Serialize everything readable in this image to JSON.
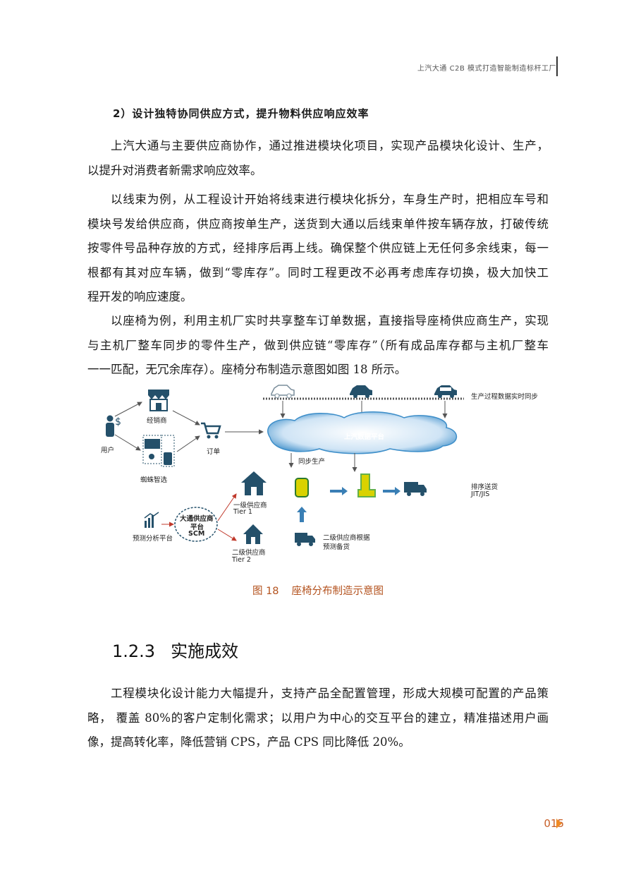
{
  "header": {
    "title": "上汽大通 C2B 模式打造智能制造标杆工厂"
  },
  "heading": "2）设计独特协同供应方式，提升物料供应响应效率",
  "paragraphs": {
    "p1": [
      "上汽大通与主要供应商协作，通过推进模块化项目，实现产品模块化设计、生产，",
      "以提升对消费者新需求响应效率。"
    ],
    "p2": [
      "以线束为例，从工程设计开始将线束进行模块化拆分，车身生产时，把相应车号和",
      "模块号发给供应商，供应商按单生产，送货到大通以后线束单件按车辆存放，打破传统",
      "按零件号品种存放的方式，经排序后再上线。确保整个供应链上无任何多余线束，每一",
      "根都有其对应车辆，做到“零库存”。同时工程更改不必再考虑库存切换，极大加快工",
      "程开发的响应速度。"
    ],
    "p3": [
      "以座椅为例，利用主机厂实时共享整车订单数据，直接指导座椅供应商生产，实现",
      "与主机厂整车同步的零件生产，做到供应链“零库存”（所有成品库存都与主机厂整车",
      "一一匹配，无冗余库存）。座椅分布制造示意图如图 18 所示。"
    ],
    "p4": [
      "工程模块化设计能力大幅提升，支持产品全配置管理，形成大规模可配置的产品策",
      "略， 覆盖  80%的客户定制化需求；以用户为中心的交互平台的建立，精准描述用户画",
      "像，提高转化率，降低营销 CPS，产品  CPS  同比降低  20%。"
    ]
  },
  "figure": {
    "labels": {
      "dealer": "经销商",
      "user": "用户",
      "order": "订单",
      "spider": "蜘蛛智选",
      "platform": "上汽数据平台",
      "sync_realtime": "生产过程数据实时同步",
      "sync_production": "同步生产",
      "tier1_cn": "一级供应商",
      "tier1_en": "Tier 1",
      "tier2_cn": "二级供应商",
      "tier2_en": "Tier 2",
      "scm_1": "大通供应商",
      "scm_2": "平台",
      "scm_3": "SCM",
      "forecast": "预测分析平台",
      "sequence_1": "排序送货",
      "sequence_2": "JIT/JIS",
      "second_tier_note_1": "二级供应商根据",
      "second_tier_note_2": "预测备货"
    },
    "colors": {
      "icon": "#24506a",
      "cloud": "#3d8ec9",
      "seat": "#f0d400",
      "seat_green": "#63b04a",
      "arrow": "#3a7fb5"
    }
  },
  "caption": {
    "number": "图 18",
    "text": "座椅分布制造示意图"
  },
  "section": {
    "number": "1.2.3",
    "title": "实施成效"
  },
  "page": {
    "number": "015"
  }
}
